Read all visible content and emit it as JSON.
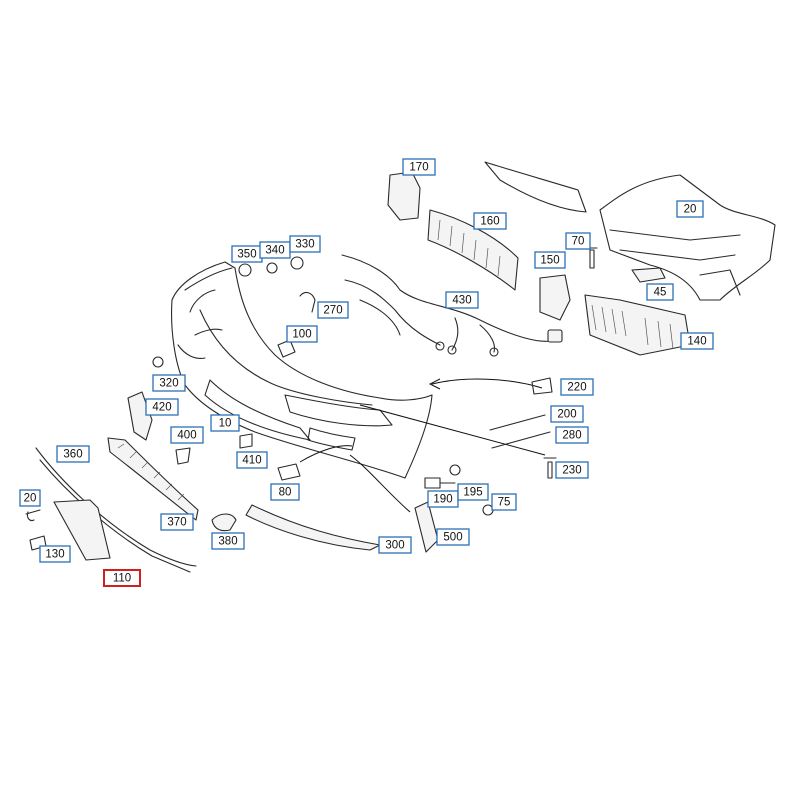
{
  "diagram": {
    "highlight_color": "#d11e1e",
    "box_color": "#2c6fb7",
    "callouts": [
      {
        "id": "170",
        "label": "170",
        "highlight": false
      },
      {
        "id": "160",
        "label": "160",
        "highlight": false
      },
      {
        "id": "20a",
        "label": "20",
        "highlight": false
      },
      {
        "id": "70",
        "label": "70",
        "highlight": false
      },
      {
        "id": "150",
        "label": "150",
        "highlight": false
      },
      {
        "id": "45",
        "label": "45",
        "highlight": false
      },
      {
        "id": "350",
        "label": "350",
        "highlight": false
      },
      {
        "id": "340",
        "label": "340",
        "highlight": false
      },
      {
        "id": "330",
        "label": "330",
        "highlight": false
      },
      {
        "id": "270",
        "label": "270",
        "highlight": false
      },
      {
        "id": "430",
        "label": "430",
        "highlight": false
      },
      {
        "id": "100",
        "label": "100",
        "highlight": false
      },
      {
        "id": "140",
        "label": "140",
        "highlight": false
      },
      {
        "id": "320",
        "label": "320",
        "highlight": false
      },
      {
        "id": "220",
        "label": "220",
        "highlight": false
      },
      {
        "id": "420",
        "label": "420",
        "highlight": false
      },
      {
        "id": "200",
        "label": "200",
        "highlight": false
      },
      {
        "id": "10",
        "label": "10",
        "highlight": false
      },
      {
        "id": "400",
        "label": "400",
        "highlight": false
      },
      {
        "id": "280",
        "label": "280",
        "highlight": false
      },
      {
        "id": "360",
        "label": "360",
        "highlight": false
      },
      {
        "id": "410",
        "label": "410",
        "highlight": false
      },
      {
        "id": "230",
        "label": "230",
        "highlight": false
      },
      {
        "id": "80",
        "label": "80",
        "highlight": false
      },
      {
        "id": "190",
        "label": "190",
        "highlight": false
      },
      {
        "id": "195",
        "label": "195",
        "highlight": false
      },
      {
        "id": "20b",
        "label": "20",
        "highlight": false
      },
      {
        "id": "75",
        "label": "75",
        "highlight": false
      },
      {
        "id": "370",
        "label": "370",
        "highlight": false
      },
      {
        "id": "500",
        "label": "500",
        "highlight": false
      },
      {
        "id": "380",
        "label": "380",
        "highlight": false
      },
      {
        "id": "300",
        "label": "300",
        "highlight": false
      },
      {
        "id": "130",
        "label": "130",
        "highlight": false
      },
      {
        "id": "110",
        "label": "110",
        "highlight": true
      }
    ]
  }
}
